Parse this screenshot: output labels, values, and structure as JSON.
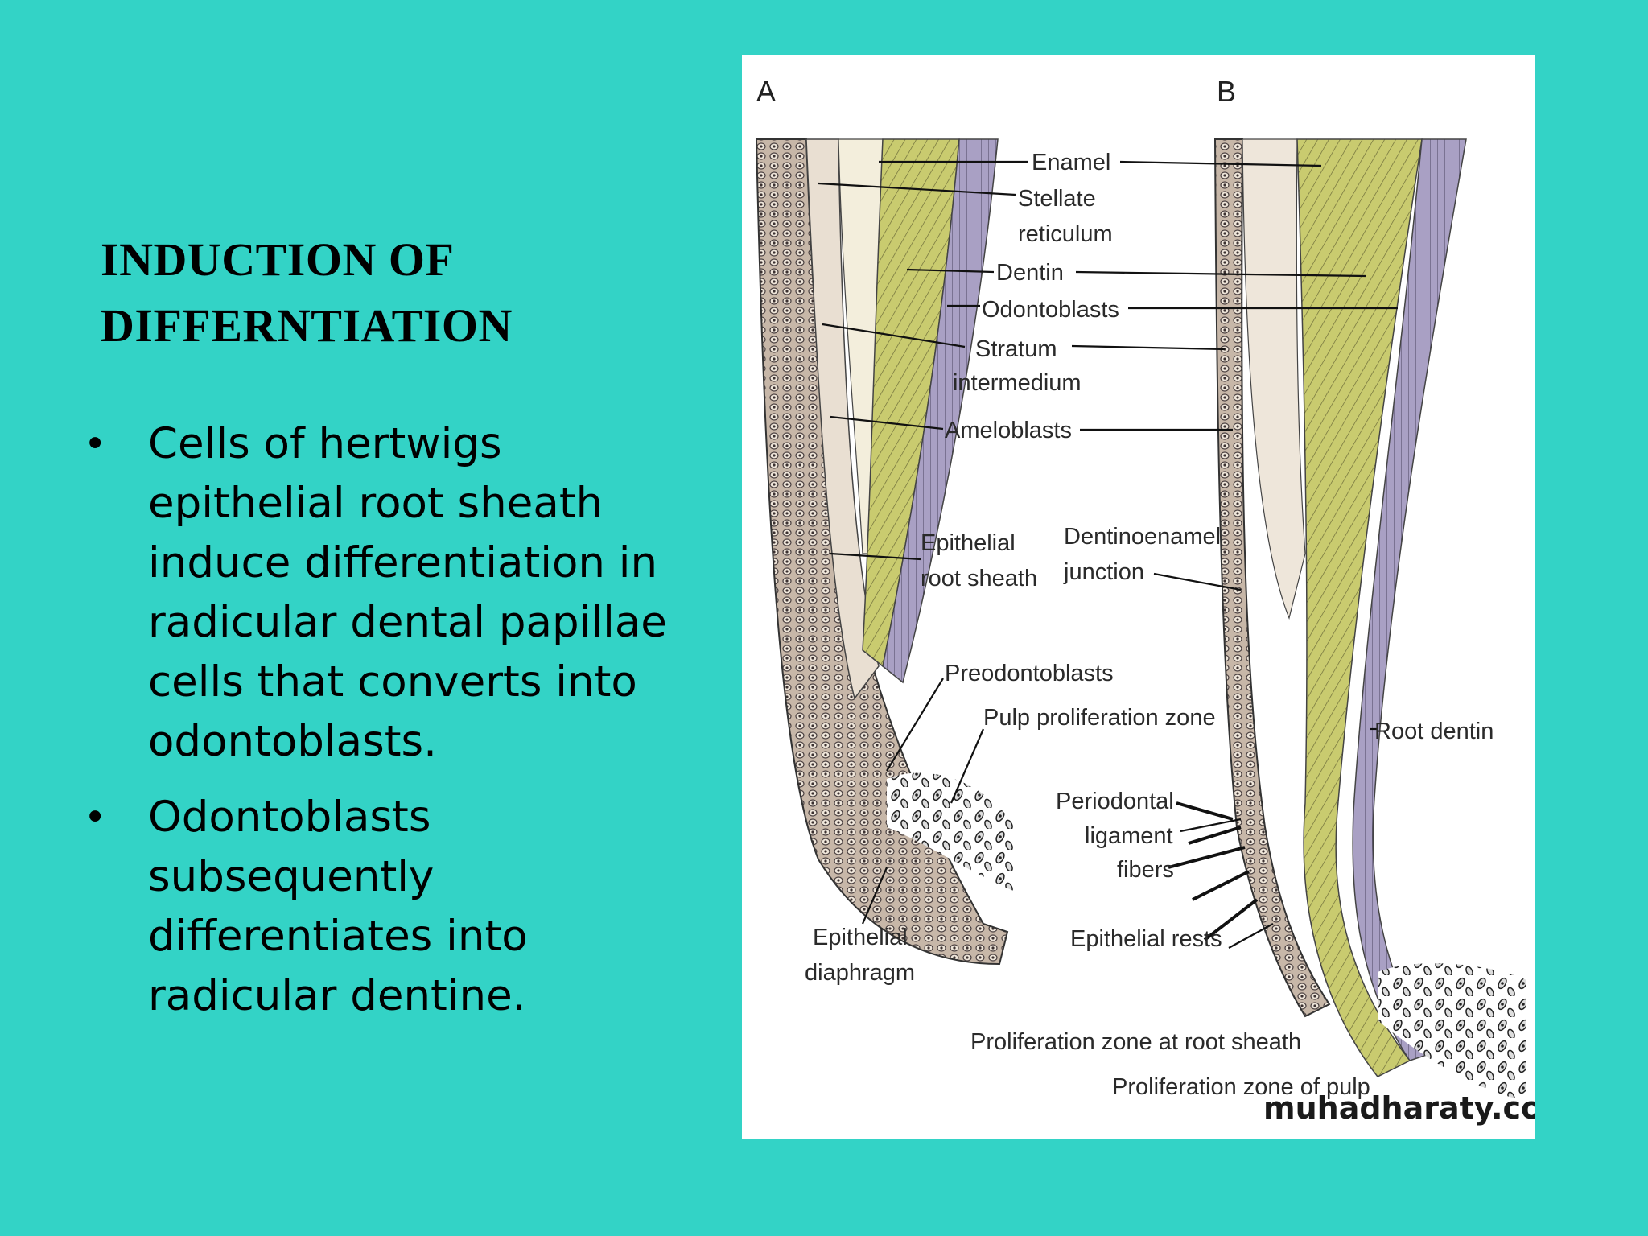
{
  "slide": {
    "title_line1": "INDUCTION OF",
    "title_line2": "DIFFERNTIATION",
    "bullet_glyph": "•",
    "bullets": [
      "Cells of hertwigs epithelial root sheath induce differentiation in radicular dental papillae cells that converts into odontoblasts.",
      "Odontoblasts subsequently differentiates into radicular dentine."
    ]
  },
  "colors": {
    "background": "#33D3C6",
    "dentin": "#C9CB6F",
    "enamel": "#F3EEDC",
    "odontoblasts": "#A9A0C4",
    "root_sheath": "#B8A79A"
  },
  "figure": {
    "panel_a": "A",
    "panel_b": "B",
    "labels": {
      "enamel": "Enamel",
      "stellate_1": "Stellate",
      "stellate_2": "reticulum",
      "dentin": "Dentin",
      "odontoblasts": "Odontoblasts",
      "stratum_1": "Stratum",
      "stratum_2": "intermedium",
      "ameloblasts": "Ameloblasts",
      "ers_1": "Epithelial",
      "ers_2": "root sheath",
      "dej_1": "Dentinoenamel",
      "dej_2": "junction",
      "preodontoblasts": "Preodontoblasts",
      "pulp_prolif": "Pulp proliferation zone",
      "root_dentin": "Root dentin",
      "pdl_1": "Periodontal",
      "pdl_2": "ligament",
      "pdl_3": "fibers",
      "diaphragm_1": "Epithelial",
      "diaphragm_2": "diaphragm",
      "rests": "Epithelial rests",
      "prolif_sheath": "Proliferation zone at root sheath",
      "prolif_pulp": "Proliferation zone of pulp"
    },
    "watermark": "muhadharaty.com",
    "icons": [
      "tooth-root-diagram-a",
      "tooth-root-diagram-b"
    ]
  }
}
